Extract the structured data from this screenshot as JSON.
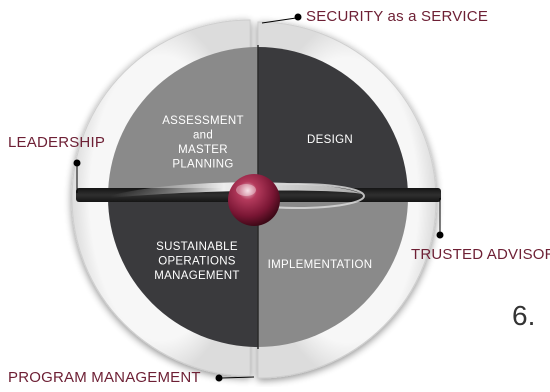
{
  "diagram": {
    "callouts": {
      "security": "SECURITY as a SERVICE",
      "leadership": "LEADERSHIP",
      "trusted": "TRUSTED ADVISOR",
      "program": "PROGRAM MANAGEMENT"
    },
    "quadrants": {
      "assessment": [
        "ASSESSMENT",
        "and",
        "MASTER",
        "PLANNING"
      ],
      "design": [
        "DESIGN"
      ],
      "sustainable": [
        "SUSTAINABLE",
        "OPERATIONS",
        "MANAGEMENT"
      ],
      "implementation": [
        "IMPLEMENTATION"
      ]
    },
    "page_fragment": "6.",
    "colors": {
      "accent": "#6d1f34",
      "dark_quadrant": "#3a3a3d",
      "light_quadrant": "#8a8a8a",
      "ring": "#ececec",
      "sphere": "#8b1d3f"
    }
  }
}
